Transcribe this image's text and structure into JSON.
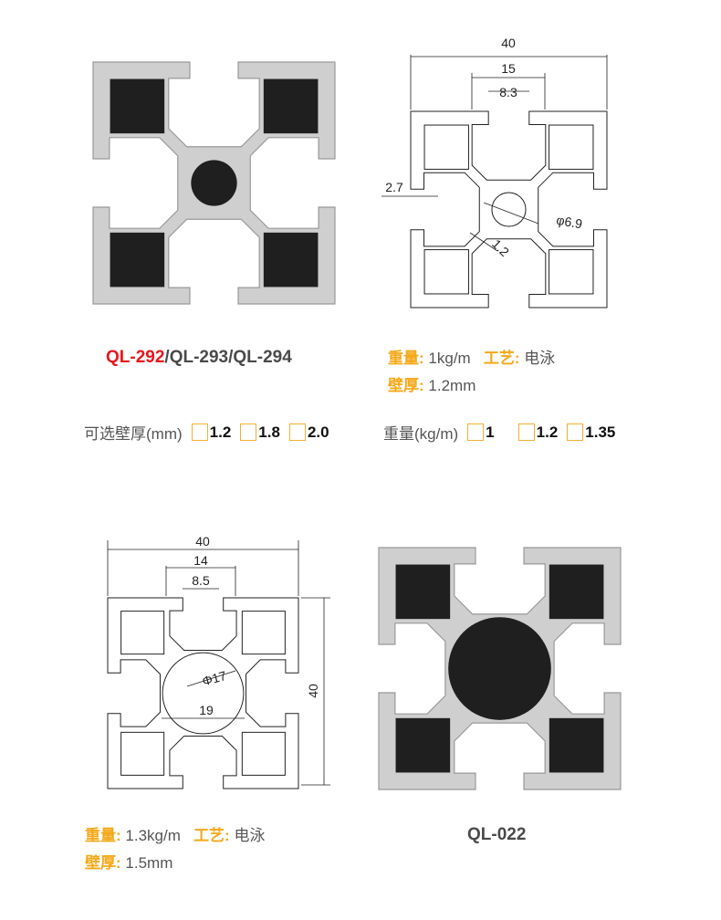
{
  "product1": {
    "title_highlight": "QL-292",
    "title_rest": "/QL-293/QL-294",
    "weight_label": "重量:",
    "weight_value": "1kg/m",
    "process_label": "工艺:",
    "process_value": "电泳",
    "wall_label": "壁厚:",
    "wall_value": "1.2mm",
    "drawing_dims": [
      "40",
      "15",
      "8.3",
      "2.7",
      "φ6.9",
      "1.2"
    ]
  },
  "options": {
    "wall_label": "可选壁厚(mm)",
    "wall_values": [
      "1.2",
      "1.8",
      "2.0"
    ],
    "weight_label": "重量(kg/m)",
    "weight_values": [
      "1",
      "1.2",
      "1.35"
    ]
  },
  "product2": {
    "title": "QL-022",
    "weight_label": "重量:",
    "weight_value": "1.3kg/m",
    "process_label": "工艺:",
    "process_value": "电泳",
    "wall_label": "壁厚:",
    "wall_value": "1.5mm",
    "drawing_dims": [
      "40",
      "14",
      "8.5",
      "Φ17",
      "19",
      "40"
    ]
  },
  "colors": {
    "accent": "#f5a818",
    "highlight": "#e8161b"
  }
}
